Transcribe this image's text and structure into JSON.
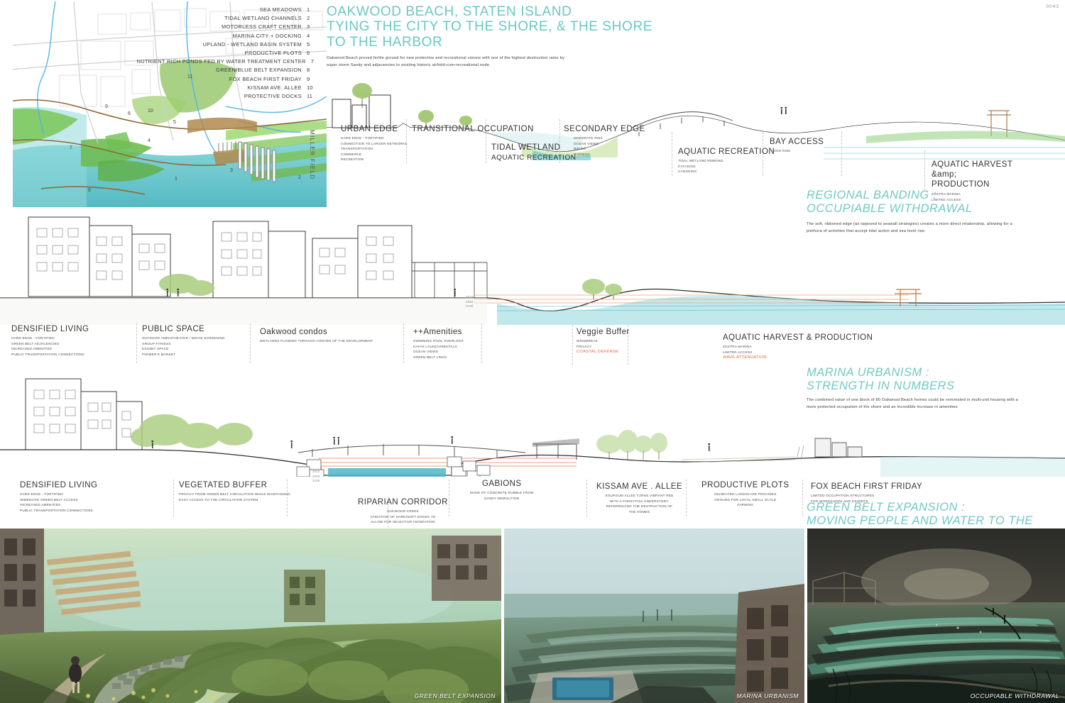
{
  "page_number": "0043",
  "header": {
    "title_line1": "OAKWOOD BEACH, STATEN ISLAND",
    "title_line2": "TYING THE CITY TO THE SHORE, & THE SHORE TO THE HARBOR",
    "paragraph": "Oakwood Beach proved fertile ground for new protective and recreational visions with one of the highest destruction rates by super storm Sandy and adjacencies to existing historic airfield-cum-recreational node"
  },
  "map": {
    "label_miller_field": "MILLER FIELD",
    "plan_numbers": [
      "1",
      "2",
      "3",
      "4",
      "5",
      "6",
      "7",
      "8",
      "9",
      "10",
      "11"
    ]
  },
  "legend": {
    "items": [
      {
        "num": "1",
        "label": "SEA MEADOWS"
      },
      {
        "num": "2",
        "label": "TIDAL WETLAND CHANNELS"
      },
      {
        "num": "3",
        "label": "MOTORLESS CRAFT CENTER"
      },
      {
        "num": "4",
        "label": "MARINA CITY + DOCKING"
      },
      {
        "num": "5",
        "label": "UPLAND - WETLAND BASIN SYSTEM"
      },
      {
        "num": "6",
        "label": "PRODUCTIVE PLOTS"
      },
      {
        "num": "7",
        "label": "NUTRIENT RICH PONDS FED BY WATER TREATMENT CENTER"
      },
      {
        "num": "8",
        "label": "GREEN/BLUE BELT EXPANSION"
      },
      {
        "num": "9",
        "label": "FOX BEACH FIRST FRIDAY"
      },
      {
        "num": "10",
        "label": "KISSAM AVE. ALLEE"
      },
      {
        "num": "11",
        "label": "PROTECTIVE DOCKS"
      }
    ]
  },
  "section_top": {
    "callouts": [
      {
        "title": "URBAN EDGE",
        "sub": [
          "HARD EDGE - FORTIFIED",
          "CONNECTION TO LARGER NETWORKS",
          "TRANSPORTATION",
          "COMMERCE",
          "RECREATION"
        ]
      },
      {
        "title": "TRANSITIONAL OCCUPATION",
        "sub": []
      },
      {
        "title": "TIDAL WETLAND",
        "sub": [
          "AQUATIC RECREATION"
        ]
      },
      {
        "title": "SECONDARY EDGE",
        "sub": [
          "MODERATE RISK",
          "OCEAN VIEWS",
          "BIKING",
          "RUNNING"
        ]
      },
      {
        "title": "AQUATIC RECREATION",
        "sub": [
          "TIDAL WETLAND RIBBONS",
          "KAYAKING",
          "CANOEING"
        ]
      },
      {
        "title": "BAY ACCESS",
        "sub": [
          "HIGH RISK"
        ]
      },
      {
        "title": "AQUATIC HARVEST &amp; PRODUCTION",
        "sub": [
          "ZOSTRA MARINA",
          "LIMITED ACCESS"
        ]
      }
    ]
  },
  "statement_1": {
    "heading_line1": "REGIONAL BANDING :",
    "heading_line2": "OCCUPIABLE WITHDRAWAL",
    "body": "The soft, ribboned edge (as opposed to seawall strategies) creates a more direct relationship, allowing for a plethora of activities that accept tidal action and sea level rise."
  },
  "section_mid": {
    "callouts": [
      {
        "title": "DENSIFIED LIVING",
        "sub": [
          "HARD EDGE - FORTIFIED",
          "GREEN BELT ADJACENCIES",
          "INCREASED AMENITIES",
          "PUBLIC TRANSPORTATION CONNECTIONS"
        ]
      },
      {
        "title": "PUBLIC SPACE",
        "sub": [
          "OUTDOOR AMPHITHEATER / MOVIE SCREENING",
          "GROUP FITNESS",
          "EXHIBIT SPACE",
          "FARMER'S MARKET"
        ]
      },
      {
        "title": "Oakwood condos",
        "sub": [
          "WETLANDS FLOWING THROUGH CENTER OF THE DEVELOPMENT"
        ]
      },
      {
        "title": "++Amenities",
        "sub": [
          "SWIMMING POOL OVERLOOK",
          "KAYAK LAUNCH/RENTALS",
          "OCEAN VIEWS",
          "GREEN BELT LINKS"
        ]
      },
      {
        "title": "Veggie Buffer",
        "sub": [
          "WINDBREAK",
          "PRIVACY"
        ],
        "sub_orange": [
          "COASTAL DEFENSE"
        ]
      },
      {
        "title": "AQUATIC HARVEST & PRODUCTION",
        "sub": [
          "ZOSTRA MARINA",
          "LIMITED ACCESS"
        ],
        "sub_orange": [
          "WAVE ATTENUATION"
        ]
      }
    ],
    "year_marks": [
      "2010",
      "2050",
      "2100"
    ]
  },
  "statement_2": {
    "heading_line1": "MARINA URBANISM :",
    "heading_line2": "STRENGTH IN NUMBERS",
    "body": "The combined value of one block of 80 Oakwood Beach homes could be reinvested in multi-unit housing with a more protected occupation of the shore and an incredible increase in amenities"
  },
  "section_bot": {
    "callouts": [
      {
        "title": "DENSIFIED LIVING",
        "sub": [
          "HARD EDGE - FORTIFIED",
          "IMMEDIATE GREEN BELT ACCESS",
          "INCREASED AMENITIES",
          "PUBLIC TRANSPORTATION CONNECTIONS"
        ]
      },
      {
        "title": "VEGETATED BUFFER",
        "sub": [
          "PRIVACY FROM GREEN BELT CIRCULATION WHILE MAINTAINING",
          "EASY ACCESS TO THE CIRCULATION SYSTEM"
        ]
      },
      {
        "title": "RIPARIAN CORRIDOR",
        "sub": [
          "OAKWOOD CREEK",
          "VARIATION OF HARD/SOFT EDGES TO",
          "ALLOW FOR SELECTIVE INUNDATION"
        ]
      },
      {
        "title": "GABIONS",
        "sub": [
          "MADE OF CONCRETE RUBBLE FROM",
          "SANDY DEMOLITION"
        ]
      },
      {
        "title": "KISSAM AVE . ALLEE",
        "sub": [
          "SOURGUM ALLEE TURNS VIBRANT RED",
          "WITH A FORSYTHIA UNDERSTORY,",
          "REFERENCING THE DESTRUCTION OF",
          "THE HOMES"
        ]
      },
      {
        "title": "PRODUCTIVE PLOTS",
        "sub": [
          "INUNDATED LANDSCAPE PROVIDES",
          "GROUND FOR LOCAL SMALL SCALE",
          "FARMING"
        ]
      },
      {
        "title": "FOX BEACH FIRST FRIDAY",
        "sub": [
          "LIMITED OCCUPATION STRUCTURES",
          "FOR WORKSHOPS AND EXHIBITS"
        ]
      }
    ],
    "year_marks": [
      "2010",
      "2050",
      "2100"
    ]
  },
  "statement_3": {
    "heading_line1": "GREEN BELT EXPANSION :",
    "heading_line2": "MOVING PEOPLE AND WATER TO THE SHORE"
  },
  "photos": [
    {
      "caption": "GREEN BELT EXPANSION"
    },
    {
      "caption": "MARINA URBANISM"
    },
    {
      "caption": "OCCUPIABLE WITHDRAWAL"
    }
  ],
  "colors": {
    "teal": "#6fc9c4",
    "orange": "#e8663c",
    "water": "#5cc2c9",
    "green": "#7fbf52",
    "ink": "#333333"
  }
}
